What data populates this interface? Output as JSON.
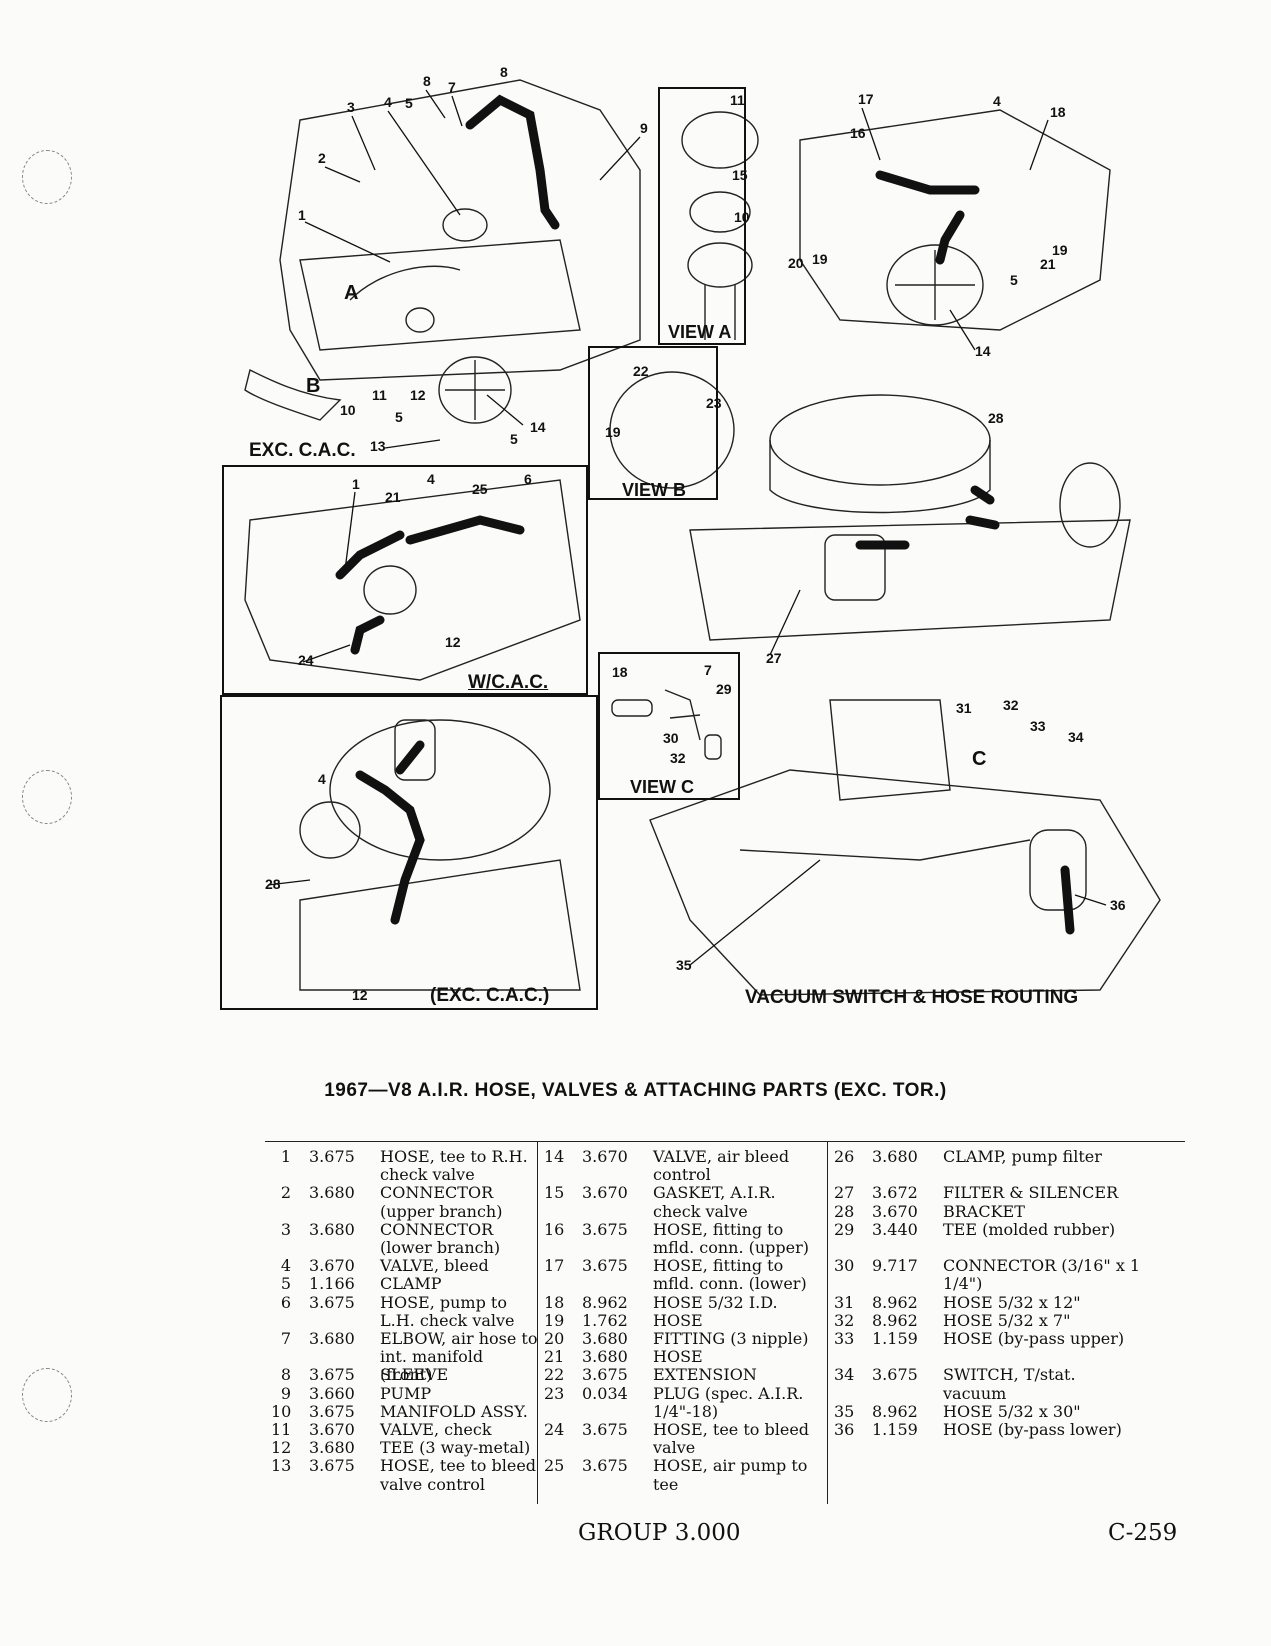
{
  "diagram": {
    "view_a": "VIEW A",
    "view_b": "VIEW B",
    "view_c": "VIEW C",
    "exc_cac_top": "EXC. C.A.C.",
    "w_cac": "W/C.A.C.",
    "exc_cac_bottom": "(EXC. C.A.C.)",
    "vacuum_title": "VACUUM SWITCH & HOSE ROUTING",
    "letter_a": "A",
    "letter_b": "B",
    "letter_c": "C"
  },
  "caption": "1967—V8 A.I.R. HOSE, VALVES & ATTACHING PARTS (EXC. TOR.)",
  "parts": [
    [
      {
        "no": "1",
        "grp": "3.675",
        "desc": "HOSE, tee to R.H. check valve",
        "lines": 2
      },
      {
        "no": "2",
        "grp": "3.680",
        "desc": "CONNECTOR (upper branch)",
        "lines": 2
      },
      {
        "no": "3",
        "grp": "3.680",
        "desc": "CONNECTOR (lower branch)",
        "lines": 2
      },
      {
        "no": "4",
        "grp": "3.670",
        "desc": "VALVE, bleed",
        "lines": 1
      },
      {
        "no": "5",
        "grp": "1.166",
        "desc": "CLAMP",
        "lines": 1
      },
      {
        "no": "6",
        "grp": "3.675",
        "desc": "HOSE, pump to L.H. check valve",
        "lines": 2
      },
      {
        "no": "7",
        "grp": "3.680",
        "desc": "ELBOW, air hose to int. manifold (front)",
        "lines": 2
      },
      {
        "no": "8",
        "grp": "3.675",
        "desc": "SLEEVE",
        "lines": 1
      },
      {
        "no": "9",
        "grp": "3.660",
        "desc": "PUMP",
        "lines": 1
      },
      {
        "no": "10",
        "grp": "3.675",
        "desc": "MANIFOLD ASSY.",
        "lines": 1
      },
      {
        "no": "11",
        "grp": "3.670",
        "desc": "VALVE, check",
        "lines": 1
      },
      {
        "no": "12",
        "grp": "3.680",
        "desc": "TEE (3 way-metal)",
        "lines": 1
      },
      {
        "no": "13",
        "grp": "3.675",
        "desc": "HOSE, tee to bleed valve control",
        "lines": 2
      }
    ],
    [
      {
        "no": "14",
        "grp": "3.670",
        "desc": "VALVE, air bleed control",
        "lines": 2
      },
      {
        "no": "15",
        "grp": "3.670",
        "desc": "GASKET, A.I.R. check valve",
        "lines": 2
      },
      {
        "no": "16",
        "grp": "3.675",
        "desc": "HOSE, fitting to mfld. conn. (upper)",
        "lines": 2
      },
      {
        "no": "17",
        "grp": "3.675",
        "desc": "HOSE, fitting to mfld. conn. (lower)",
        "lines": 2
      },
      {
        "no": "18",
        "grp": "8.962",
        "desc": "HOSE 5/32 I.D.",
        "lines": 1
      },
      {
        "no": "19",
        "grp": "1.762",
        "desc": "HOSE",
        "lines": 1
      },
      {
        "no": "20",
        "grp": "3.680",
        "desc": "FITTING (3 nipple)",
        "lines": 1
      },
      {
        "no": "21",
        "grp": "3.680",
        "desc": "HOSE",
        "lines": 1
      },
      {
        "no": "22",
        "grp": "3.675",
        "desc": "EXTENSION",
        "lines": 1
      },
      {
        "no": "23",
        "grp": "0.034",
        "desc": "PLUG (spec. A.I.R. 1/4\"-18)",
        "lines": 2
      },
      {
        "no": "24",
        "grp": "3.675",
        "desc": "HOSE, tee to bleed valve",
        "lines": 2
      },
      {
        "no": "25",
        "grp": "3.675",
        "desc": "HOSE, air pump to tee",
        "lines": 2
      }
    ],
    [
      {
        "no": "26",
        "grp": "3.680",
        "desc": "CLAMP, pump filter",
        "lines": 2
      },
      {
        "no": "27",
        "grp": "3.672",
        "desc": "FILTER & SILENCER",
        "lines": 1
      },
      {
        "no": "28",
        "grp": "3.670",
        "desc": "BRACKET",
        "lines": 1
      },
      {
        "no": "29",
        "grp": "3.440",
        "desc": "TEE (molded rubber)",
        "lines": 2
      },
      {
        "no": "30",
        "grp": "9.717",
        "desc": "CONNECTOR (3/16\" x 1 1/4\")",
        "lines": 2
      },
      {
        "no": "31",
        "grp": "8.962",
        "desc": "HOSE 5/32 x 12\"",
        "lines": 1
      },
      {
        "no": "32",
        "grp": "8.962",
        "desc": "HOSE 5/32 x 7\"",
        "lines": 1
      },
      {
        "no": "33",
        "grp": "1.159",
        "desc": "HOSE (by-pass upper)",
        "lines": 2
      },
      {
        "no": "34",
        "grp": "3.675",
        "desc": "SWITCH, T/stat. vacuum",
        "lines": 2
      },
      {
        "no": "35",
        "grp": "8.962",
        "desc": "HOSE 5/32 x 30\"",
        "lines": 1
      },
      {
        "no": "36",
        "grp": "1.159",
        "desc": "HOSE (by-pass lower)",
        "lines": 2
      }
    ]
  ],
  "footer": {
    "group": "GROUP 3.000",
    "page": "C-259"
  }
}
